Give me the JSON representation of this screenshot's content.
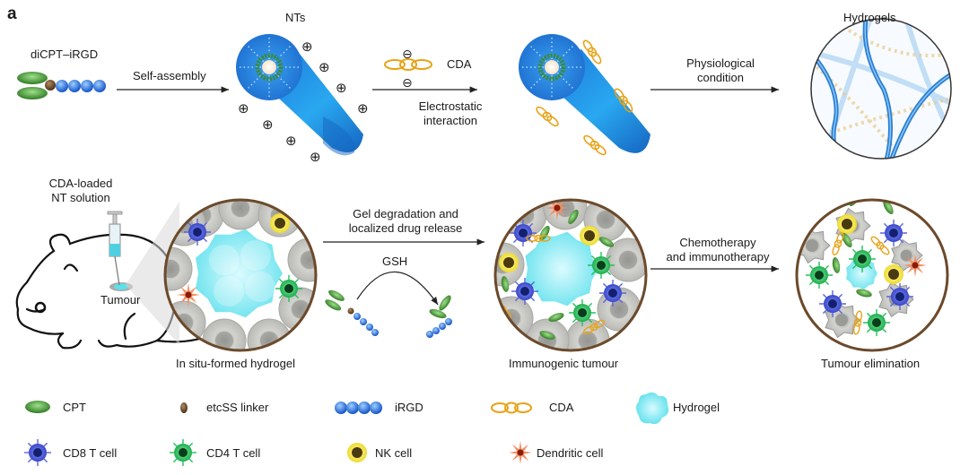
{
  "panel_label": "a",
  "top_row": {
    "molecule_label": "diCPT–iRGD",
    "step1_label": "Self-assembly",
    "nt_label": "NTs",
    "cda_label": "CDA",
    "step2_label_line1": "Electrostatic",
    "step2_label_line2": "interaction",
    "step3_label_line1": "Physiological",
    "step3_label_line2": "condition",
    "hydrogel_label": "Hydrogels",
    "positive_charge": "⊕",
    "negative_charge": "⊖"
  },
  "bottom_row": {
    "injection_label_line1": "CDA-loaded",
    "injection_label_line2": "NT solution",
    "tumour_label": "Tumour",
    "insitu_label": "In situ-formed hydrogel",
    "step4_label_line1": "Gel degradation and",
    "step4_label_line2": "localized drug release",
    "gsh_label": "GSH",
    "immunogenic_label": "Immunogenic tumour",
    "step5_label_line1": "Chemotherapy",
    "step5_label_line2": "and immunotherapy",
    "elimination_label": "Tumour elimination"
  },
  "legend": [
    {
      "icon": "cpt-icon",
      "label": "CPT"
    },
    {
      "icon": "linker-icon",
      "label": "etcSS linker"
    },
    {
      "icon": "irgd-icon",
      "label": "iRGD"
    },
    {
      "icon": "cda-icon",
      "label": "CDA"
    },
    {
      "icon": "hydrogel-icon",
      "label": "Hydrogel"
    },
    {
      "icon": "cd8-cell-icon",
      "label": "CD8 T cell"
    },
    {
      "icon": "cd4-cell-icon",
      "label": "CD4 T cell"
    },
    {
      "icon": "nk-cell-icon",
      "label": "NK cell"
    },
    {
      "icon": "dendritic-cell-icon",
      "label": "Dendritic cell"
    }
  ],
  "colors": {
    "cpt": "#3a8a2e",
    "linker": "#6b4a2b",
    "irgd": "#1f6fe0",
    "cda": "#e8a317",
    "hydrogel": "#6fe6ee",
    "cd8": "#4a55d8",
    "cd4": "#22c25a",
    "nk": "#f2e23a",
    "dendritic": "#f08050",
    "tube": "#1e88e5",
    "circle_border": "#6b4a2b",
    "tumour_cell": "#c8c8c4"
  }
}
